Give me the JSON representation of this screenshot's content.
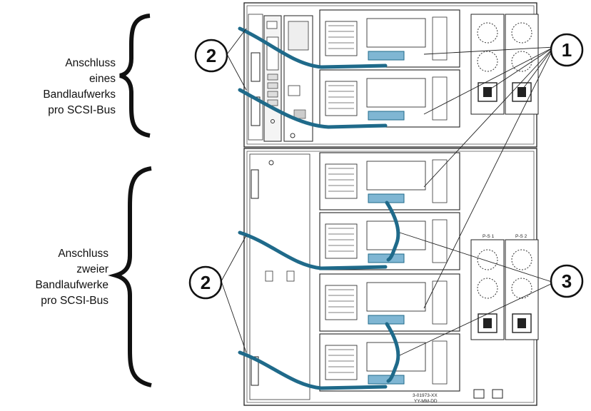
{
  "labels": {
    "top": [
      "Anschluss",
      "eines",
      "Bandlaufwerks",
      "pro SCSI-Bus"
    ],
    "bottom": [
      "Anschluss",
      "zweier",
      "Bandlaufwerke",
      "pro SCSI-Bus"
    ]
  },
  "callouts": {
    "c1": "1",
    "c2_top": "2",
    "c2_bottom": "2",
    "c3": "3"
  },
  "chassis_text": {
    "ps1": "P-S 1",
    "ps2": "P-S 2",
    "part_number": "3-01973-XX",
    "date_code": "YY-MM-DD"
  },
  "colors": {
    "cable": "#1f6a8a",
    "line": "#222222",
    "terminator": "#7fb6d3"
  }
}
